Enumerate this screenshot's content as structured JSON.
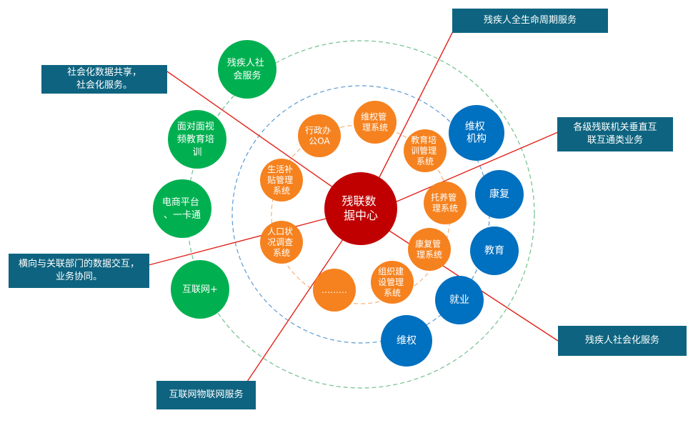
{
  "colors": {
    "center": "#c00000",
    "inner": "#f5821f",
    "middle": "#0070c0",
    "outer": "#00b050",
    "callout": "#0e6480",
    "connector": "#e2231a",
    "ring_inner": "#f5b27a",
    "ring_middle": "#5b9bd5",
    "ring_outer": "#70c08c"
  },
  "center": {
    "lines": [
      "残联数",
      "据中心"
    ]
  },
  "inner_nodes": [
    {
      "id": "admin-oa",
      "lines": [
        "行政办",
        "公OA"
      ]
    },
    {
      "id": "rights-mgmt",
      "lines": [
        "维权管",
        "理系统"
      ]
    },
    {
      "id": "edu-training-mgmt",
      "lines": [
        "教育培",
        "训管理",
        "系统"
      ]
    },
    {
      "id": "care-mgmt",
      "lines": [
        "托养管",
        "理系统"
      ]
    },
    {
      "id": "rehab-mgmt",
      "lines": [
        "康复管",
        "理系统"
      ]
    },
    {
      "id": "org-build-mgmt",
      "lines": [
        "组织建",
        "设管理",
        "系统"
      ]
    },
    {
      "id": "more",
      "lines": [
        "………"
      ]
    },
    {
      "id": "population-survey",
      "lines": [
        "人口状",
        "况调查",
        "系统"
      ]
    },
    {
      "id": "subsidy-mgmt",
      "lines": [
        "生活补",
        "贴管理",
        "系统"
      ]
    }
  ],
  "middle_nodes": [
    {
      "id": "rights-org",
      "lines": [
        "维权",
        "机构"
      ]
    },
    {
      "id": "rehab",
      "lines": [
        "康复"
      ]
    },
    {
      "id": "education",
      "lines": [
        "教育"
      ]
    },
    {
      "id": "employment",
      "lines": [
        "就业"
      ]
    },
    {
      "id": "rights",
      "lines": [
        "维权"
      ]
    }
  ],
  "outer_nodes": [
    {
      "id": "social-service",
      "lines": [
        "残疾人社",
        "会服务"
      ]
    },
    {
      "id": "video-training",
      "lines": [
        "面对面视",
        "频教育培",
        "训"
      ]
    },
    {
      "id": "ecommerce",
      "lines": [
        "电商平台",
        "、一卡通"
      ]
    },
    {
      "id": "internet-plus",
      "lines": [
        "互联网+"
      ]
    }
  ],
  "callouts": {
    "lifecycle": {
      "lines": [
        "残疾人全生命周期服务"
      ]
    },
    "social_sharing": {
      "lines": [
        "社会化数据共享，",
        "社会化服务。"
      ]
    },
    "vertical": {
      "lines": [
        "各级残联机关垂直互",
        "联互通类业务"
      ]
    },
    "horizontal": {
      "lines": [
        "横向与关联部门的数据交互，",
        "业务协同。"
      ]
    },
    "social_service": {
      "lines": [
        "残疾人社会化服务"
      ]
    },
    "iot": {
      "lines": [
        "互联网物联网服务"
      ]
    }
  }
}
